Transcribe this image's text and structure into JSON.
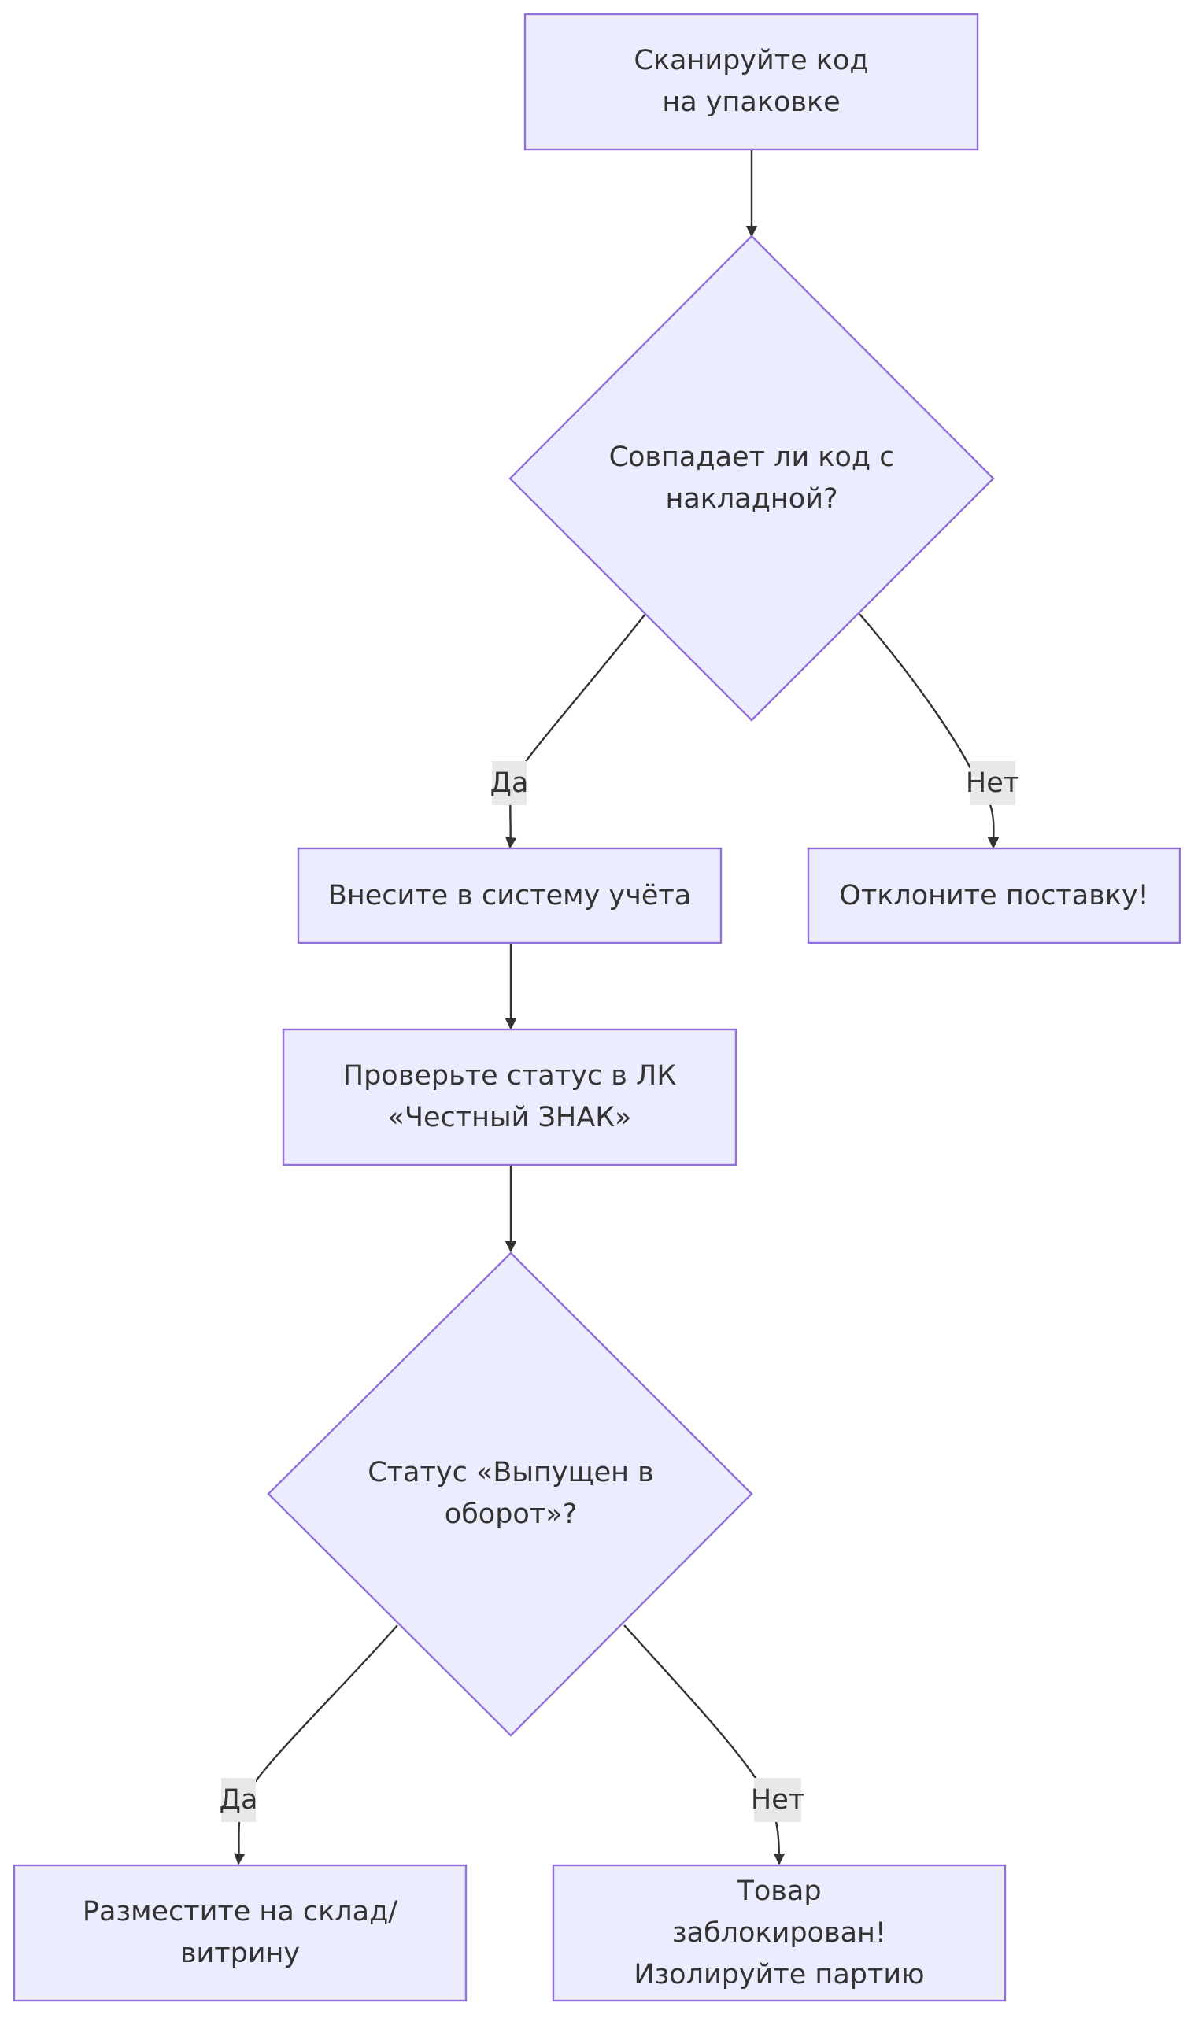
{
  "colors": {
    "node_fill": "#ECECFF",
    "node_stroke": "#9370DB",
    "edge": "#333333",
    "edge_label_bg": "#E8E8E8",
    "text": "#333333"
  },
  "nodes": {
    "scan": "Сканируйте код на упаковке",
    "match": "Совпадает ли код с накладной?",
    "enter": "Внесите в систему учёта",
    "reject": "Отклоните поставку!",
    "check": "Проверьте статус в ЛК «Честный ЗНАК»",
    "status": "Статус «Выпущен в оборот»?",
    "place": "Разместите на склад/ витрину",
    "blocked": "Товар заблокирован! Изолируйте партию"
  },
  "edges": {
    "match_yes": "Да",
    "match_no": "Нет",
    "status_yes": "Да",
    "status_no": "Нет"
  }
}
